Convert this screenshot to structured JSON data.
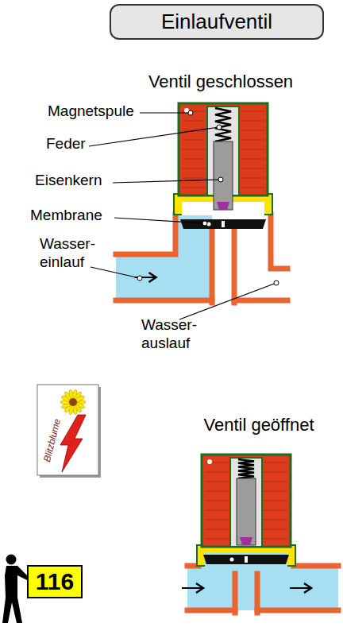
{
  "diagram": {
    "title": "Einlaufventil",
    "nodes": [
      {
        "text": [
          "116"
        ]
      }
    ],
    "labels": [
      "Ventil geschlossen",
      "Magnetspule",
      "Feder",
      "Eisenkern",
      "Membrane",
      "Wasser- einlauf",
      "Wasser- auslauf",
      "Ventil geöffnet",
      "Blitzblume"
    ]
  }
}
